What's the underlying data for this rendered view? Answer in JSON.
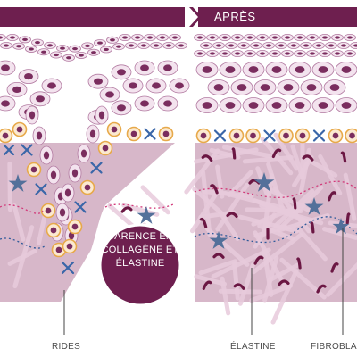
{
  "header": {
    "after_label": "APRÈS"
  },
  "callout": {
    "line1": "CARENCE EN",
    "line2": "COLLAGÈNE ET",
    "line3": "ÉLASTINE"
  },
  "labels": {
    "rides": "RIDES",
    "elastine": "ÉLASTINE",
    "fibroblastes": "FIBROBLA"
  },
  "colors": {
    "brand_plum": "#6e1f4f",
    "dermis": "#d7b7c9",
    "cell_fill": "#f3e3ee",
    "cell_outline": "#b27aa1",
    "nucleus": "#7a2d5e",
    "yellow_cell_border": "#e7a94a",
    "cross_blue": "#3a66a8",
    "fibroblast_blue": "#53709a",
    "elastin_plum": "#6b1743",
    "collagen_fiber": "#e8cbdc"
  },
  "icons": [
    "chevron-right-icon",
    "cross-mark-icon",
    "fibroblast-star-icon",
    "elastin-fiber-icon"
  ]
}
